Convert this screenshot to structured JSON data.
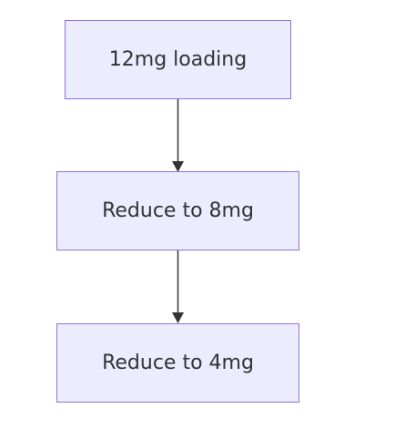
{
  "flowchart": {
    "nodes": [
      {
        "id": "n1",
        "label": "12mg loading"
      },
      {
        "id": "n2",
        "label": "Reduce to 8mg"
      },
      {
        "id": "n3",
        "label": "Reduce to 4mg"
      }
    ],
    "edges": [
      {
        "from": "n1",
        "to": "n2"
      },
      {
        "from": "n2",
        "to": "n3"
      }
    ]
  },
  "colors": {
    "node_fill": "#ECECFF",
    "node_border": "#9370DB",
    "text": "#333333",
    "edge": "#333333"
  }
}
